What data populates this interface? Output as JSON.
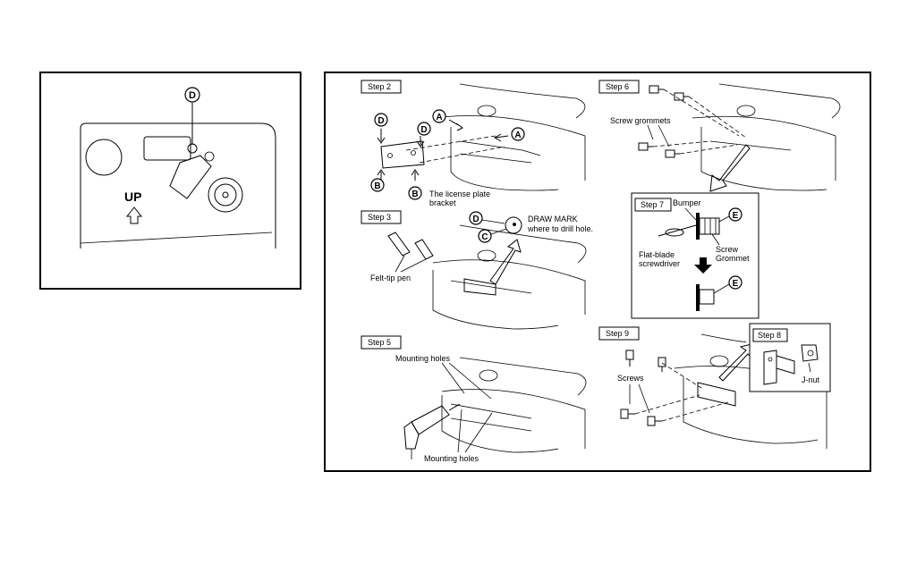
{
  "left_panel": {
    "callout_d": "D",
    "up_label": "UP"
  },
  "steps": {
    "step2": {
      "label": "Step 2",
      "callouts": [
        "D",
        "A",
        "D",
        "A",
        "B",
        "B"
      ],
      "caption_line1": "The license plate",
      "caption_line2": "bracket"
    },
    "step3": {
      "label": "Step 3",
      "callout_d": "D",
      "callout_c": "C",
      "mark_line1": "DRAW MARK",
      "mark_line2": "where to drill hole.",
      "pen_label": "Felt-tip pen"
    },
    "step5": {
      "label": "Step 5",
      "holes_top": "Mounting holes",
      "holes_bottom": "Mounting holes"
    },
    "step6": {
      "label": "Step 6",
      "grommets": "Screw grommets"
    },
    "step7": {
      "label": "Step 7",
      "bumper": "Bumper",
      "callout_e1": "E",
      "callout_e2": "E",
      "driver_line1": "Flat-blade",
      "driver_line2": "screwdriver",
      "screw_line1": "Screw",
      "screw_line2": "Grommet"
    },
    "step8": {
      "label": "Step 8",
      "jnut": "J-nut"
    },
    "step9": {
      "label": "Step 9",
      "screws": "Screws"
    }
  }
}
